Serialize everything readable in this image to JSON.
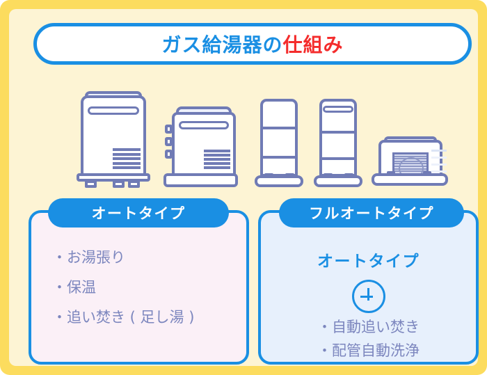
{
  "title": {
    "main_text": "ガス給湯器の",
    "accent_text": "仕組み",
    "main_color": "#1A8FE3",
    "accent_color": "#F42C2C"
  },
  "theme": {
    "frame_color": "#FCDC5E",
    "panel_color": "#FDF4D4",
    "accent_blue": "#1A8FE3",
    "device_outline": "#707BB5",
    "text_purple": "#7C86BE",
    "left_card_bg": "#FBF0F7",
    "right_card_bg": "#E7F0FC"
  },
  "devices": [
    {
      "name": "wall-mounted-water-heater-with-legs"
    },
    {
      "name": "water-heater-with-side-tabs"
    },
    {
      "name": "tall-tower-heater-plain"
    },
    {
      "name": "tall-tower-heater-with-vent"
    },
    {
      "name": "horizontal-outdoor-unit-with-fan"
    }
  ],
  "cards": {
    "left": {
      "badge": "オートタイプ",
      "features": [
        "お湯張り",
        "保温",
        "追い焚き ( 足し湯 )"
      ]
    },
    "right": {
      "badge": "フルオートタイプ",
      "heading": "オートタイプ",
      "plus_icon": "circle-plus-icon",
      "features": [
        "自動追い焚き",
        "配管自動洗浄"
      ]
    }
  }
}
